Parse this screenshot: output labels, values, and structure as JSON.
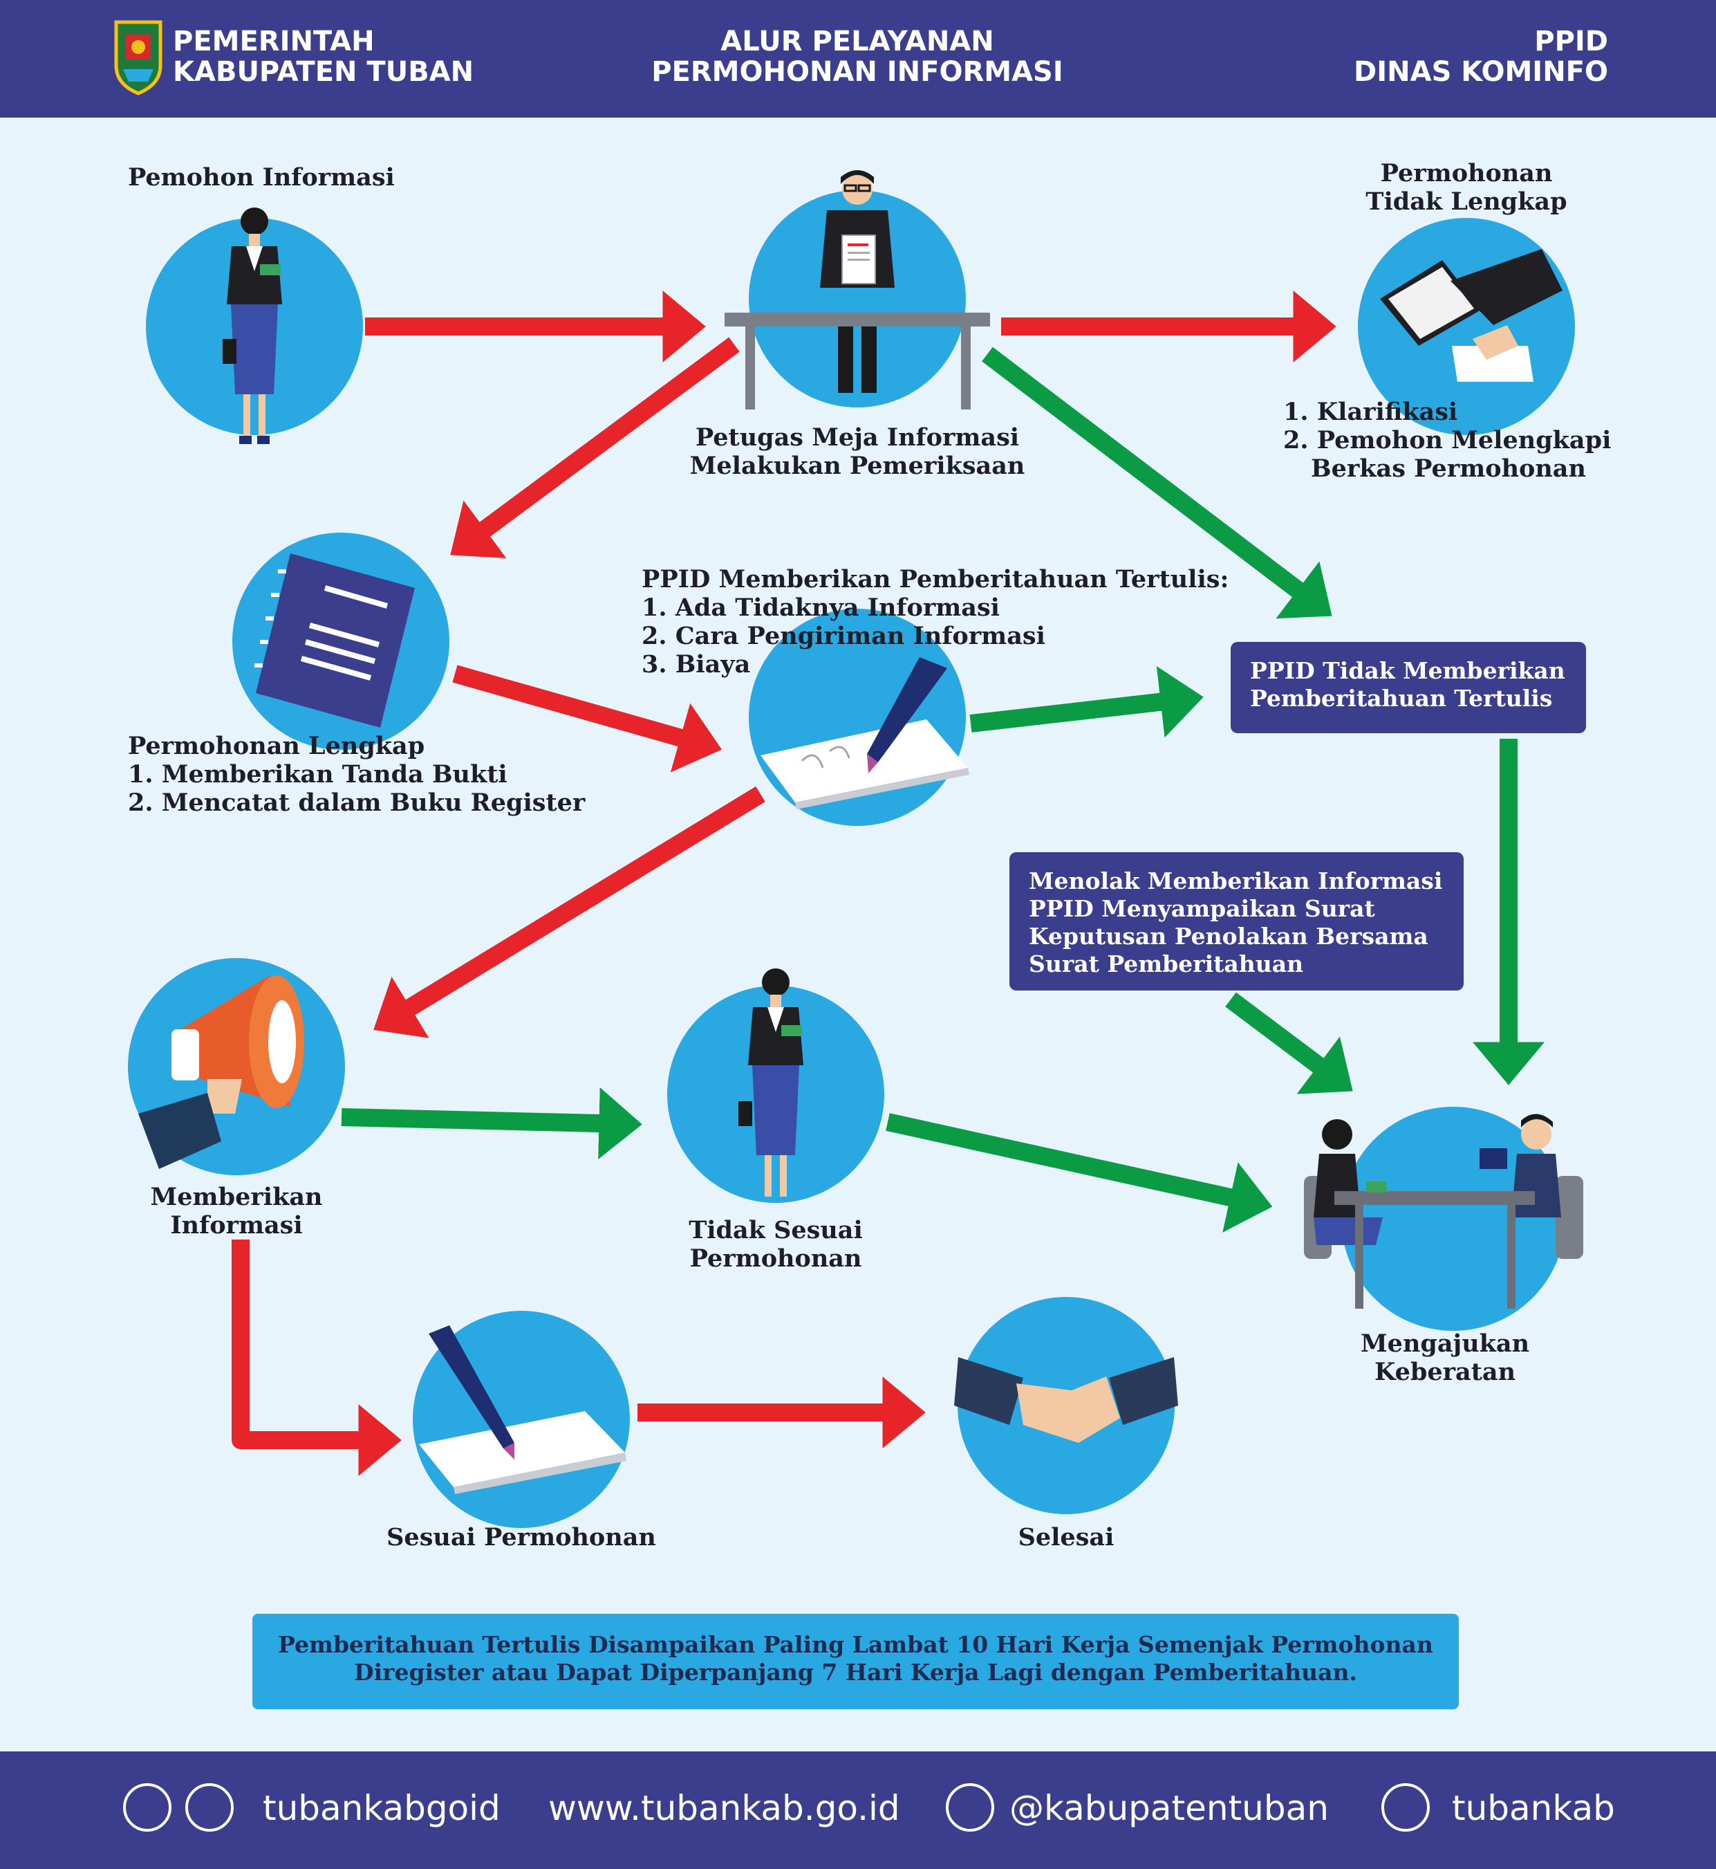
{
  "header": {
    "left_line1": "PEMERINTAH",
    "left_line2": "KABUPATEN TUBAN",
    "center_line1": "ALUR PELAYANAN",
    "center_line2": "PERMOHONAN INFORMASI",
    "right_line1": "PPID",
    "right_line2": "DINAS KOMINFO"
  },
  "steps": {
    "pemohon": "Pemohon Informasi",
    "petugas_line1": "Petugas Meja Informasi",
    "petugas_line2": "Melakukan Pemeriksaan",
    "tidak_lengkap_line1": "Permohonan",
    "tidak_lengkap_line2": "Tidak Lengkap",
    "klarifikasi_line1": "1. Klarifikasi",
    "klarifikasi_line2": "2. Pemohon Melengkapi",
    "klarifikasi_line3": "Berkas Permohonan",
    "lengkap_line1": "Permohonan Lengkap",
    "lengkap_line2": "1. Memberikan Tanda Bukti",
    "lengkap_line3": "2. Mencatat dalam Buku Register",
    "ppid_line1": "PPID Memberikan Pemberitahuan Tertulis:",
    "ppid_line2": "1. Ada Tidaknya Informasi",
    "ppid_line3": "2. Cara Pengiriman Informasi",
    "ppid_line4": "3. Biaya",
    "memberikan_line1": "Memberikan",
    "memberikan_line2": "Informasi",
    "tidak_sesuai_line1": "Tidak Sesuai",
    "tidak_sesuai_line2": "Permohonan",
    "keberatan_line1": "Mengajukan",
    "keberatan_line2": "Keberatan",
    "sesuai": "Sesuai Permohonan",
    "selesai": "Selesai"
  },
  "boxes": {
    "tidak_memberi_line1": "PPID  Tidak Memberikan",
    "tidak_memberi_line2": "Pemberitahuan Tertulis",
    "menolak_line1": "Menolak Memberikan Informasi",
    "menolak_line2": "PPID  Menyampaikan Surat",
    "menolak_line3": "Keputusan Penolakan Bersama",
    "menolak_line4": "Surat Pemberitahuan"
  },
  "note": {
    "line1": "Pemberitahuan Tertulis Disampaikan Paling Lambat 10 Hari Kerja Semenjak Permohonan",
    "line2": "Diregister  atau Dapat Diperpanjang 7 Hari Kerja Lagi dengan Pemberitahuan."
  },
  "footer": {
    "facebook_twitter": "tubankabgoid",
    "website": "www.tubankab.go.id",
    "instagram": "@kabupatentuban",
    "youtube": "tubankab"
  },
  "colors": {
    "navy": "#3a3e8c",
    "circle_blue": "#2aa8e2",
    "arrow_red": "#e8242b",
    "arrow_green": "#0b9b45",
    "background": "#e8f4fb"
  },
  "icons": {
    "logo": "tuban-crest-icon",
    "pemohon": "woman-applicant-icon",
    "petugas": "officer-desk-icon",
    "tidak_lengkap": "clipboard-handover-icon",
    "lengkap": "notebook-icon",
    "ppid": "pen-writing-icon",
    "memberikan": "megaphone-icon",
    "tidak_sesuai": "woman-applicant-icon",
    "keberatan": "meeting-table-icon",
    "sesuai": "pen-signing-icon",
    "selesai": "handshake-icon"
  }
}
